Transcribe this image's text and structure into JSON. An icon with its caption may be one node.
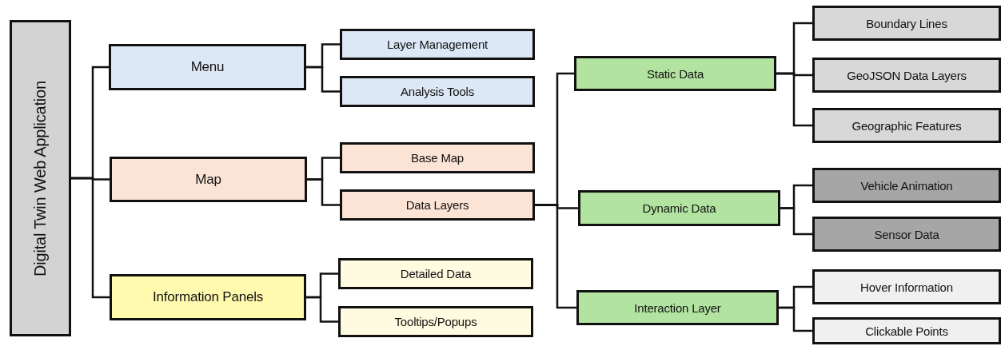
{
  "diagram": {
    "nodes": [
      {
        "text": [
          "Digital Twin Web Application"
        ]
      },
      {
        "text": [
          "Menu"
        ]
      },
      {
        "text": [
          "Layer Management"
        ]
      },
      {
        "text": [
          "Analysis Tools"
        ]
      },
      {
        "text": [
          "Map"
        ]
      },
      {
        "text": [
          "Base Map"
        ]
      },
      {
        "text": [
          "Data Layers"
        ]
      },
      {
        "text": [
          "Information Panels"
        ]
      },
      {
        "text": [
          "Detailed Data"
        ]
      },
      {
        "text": [
          "Tooltips/Popups"
        ]
      },
      {
        "text": [
          "Static Data"
        ]
      },
      {
        "text": [
          "Boundary Lines"
        ]
      },
      {
        "text": [
          "GeoJSON Data Layers"
        ]
      },
      {
        "text": [
          "Geographic Features"
        ]
      },
      {
        "text": [
          "Dynamic Data"
        ]
      },
      {
        "text": [
          "Vehicle Animation"
        ]
      },
      {
        "text": [
          "Sensor Data"
        ]
      },
      {
        "text": [
          "Interaction Layer"
        ]
      },
      {
        "text": [
          "Hover Information"
        ]
      },
      {
        "text": [
          "Clickable Points"
        ]
      }
    ],
    "edges": [
      {
        "from": 0,
        "to": 1,
        "arrow": "none"
      },
      {
        "from": 0,
        "to": 4,
        "arrow": "none"
      },
      {
        "from": 0,
        "to": 7,
        "arrow": "none"
      },
      {
        "from": 1,
        "to": 2,
        "arrow": "none"
      },
      {
        "from": 1,
        "to": 3,
        "arrow": "none"
      },
      {
        "from": 4,
        "to": 5,
        "arrow": "none"
      },
      {
        "from": 4,
        "to": 6,
        "arrow": "none"
      },
      {
        "from": 7,
        "to": 8,
        "arrow": "none"
      },
      {
        "from": 7,
        "to": 9,
        "arrow": "none"
      },
      {
        "from": 6,
        "to": 10,
        "arrow": "none"
      },
      {
        "from": 6,
        "to": 14,
        "arrow": "none"
      },
      {
        "from": 6,
        "to": 17,
        "arrow": "none"
      },
      {
        "from": 10,
        "to": 11,
        "arrow": "none"
      },
      {
        "from": 10,
        "to": 12,
        "arrow": "none"
      },
      {
        "from": 10,
        "to": 13,
        "arrow": "none"
      },
      {
        "from": 14,
        "to": 15,
        "arrow": "none"
      },
      {
        "from": 14,
        "to": 16,
        "arrow": "none"
      },
      {
        "from": 17,
        "to": 18,
        "arrow": "none"
      },
      {
        "from": 17,
        "to": 19,
        "arrow": "none"
      }
    ]
  }
}
